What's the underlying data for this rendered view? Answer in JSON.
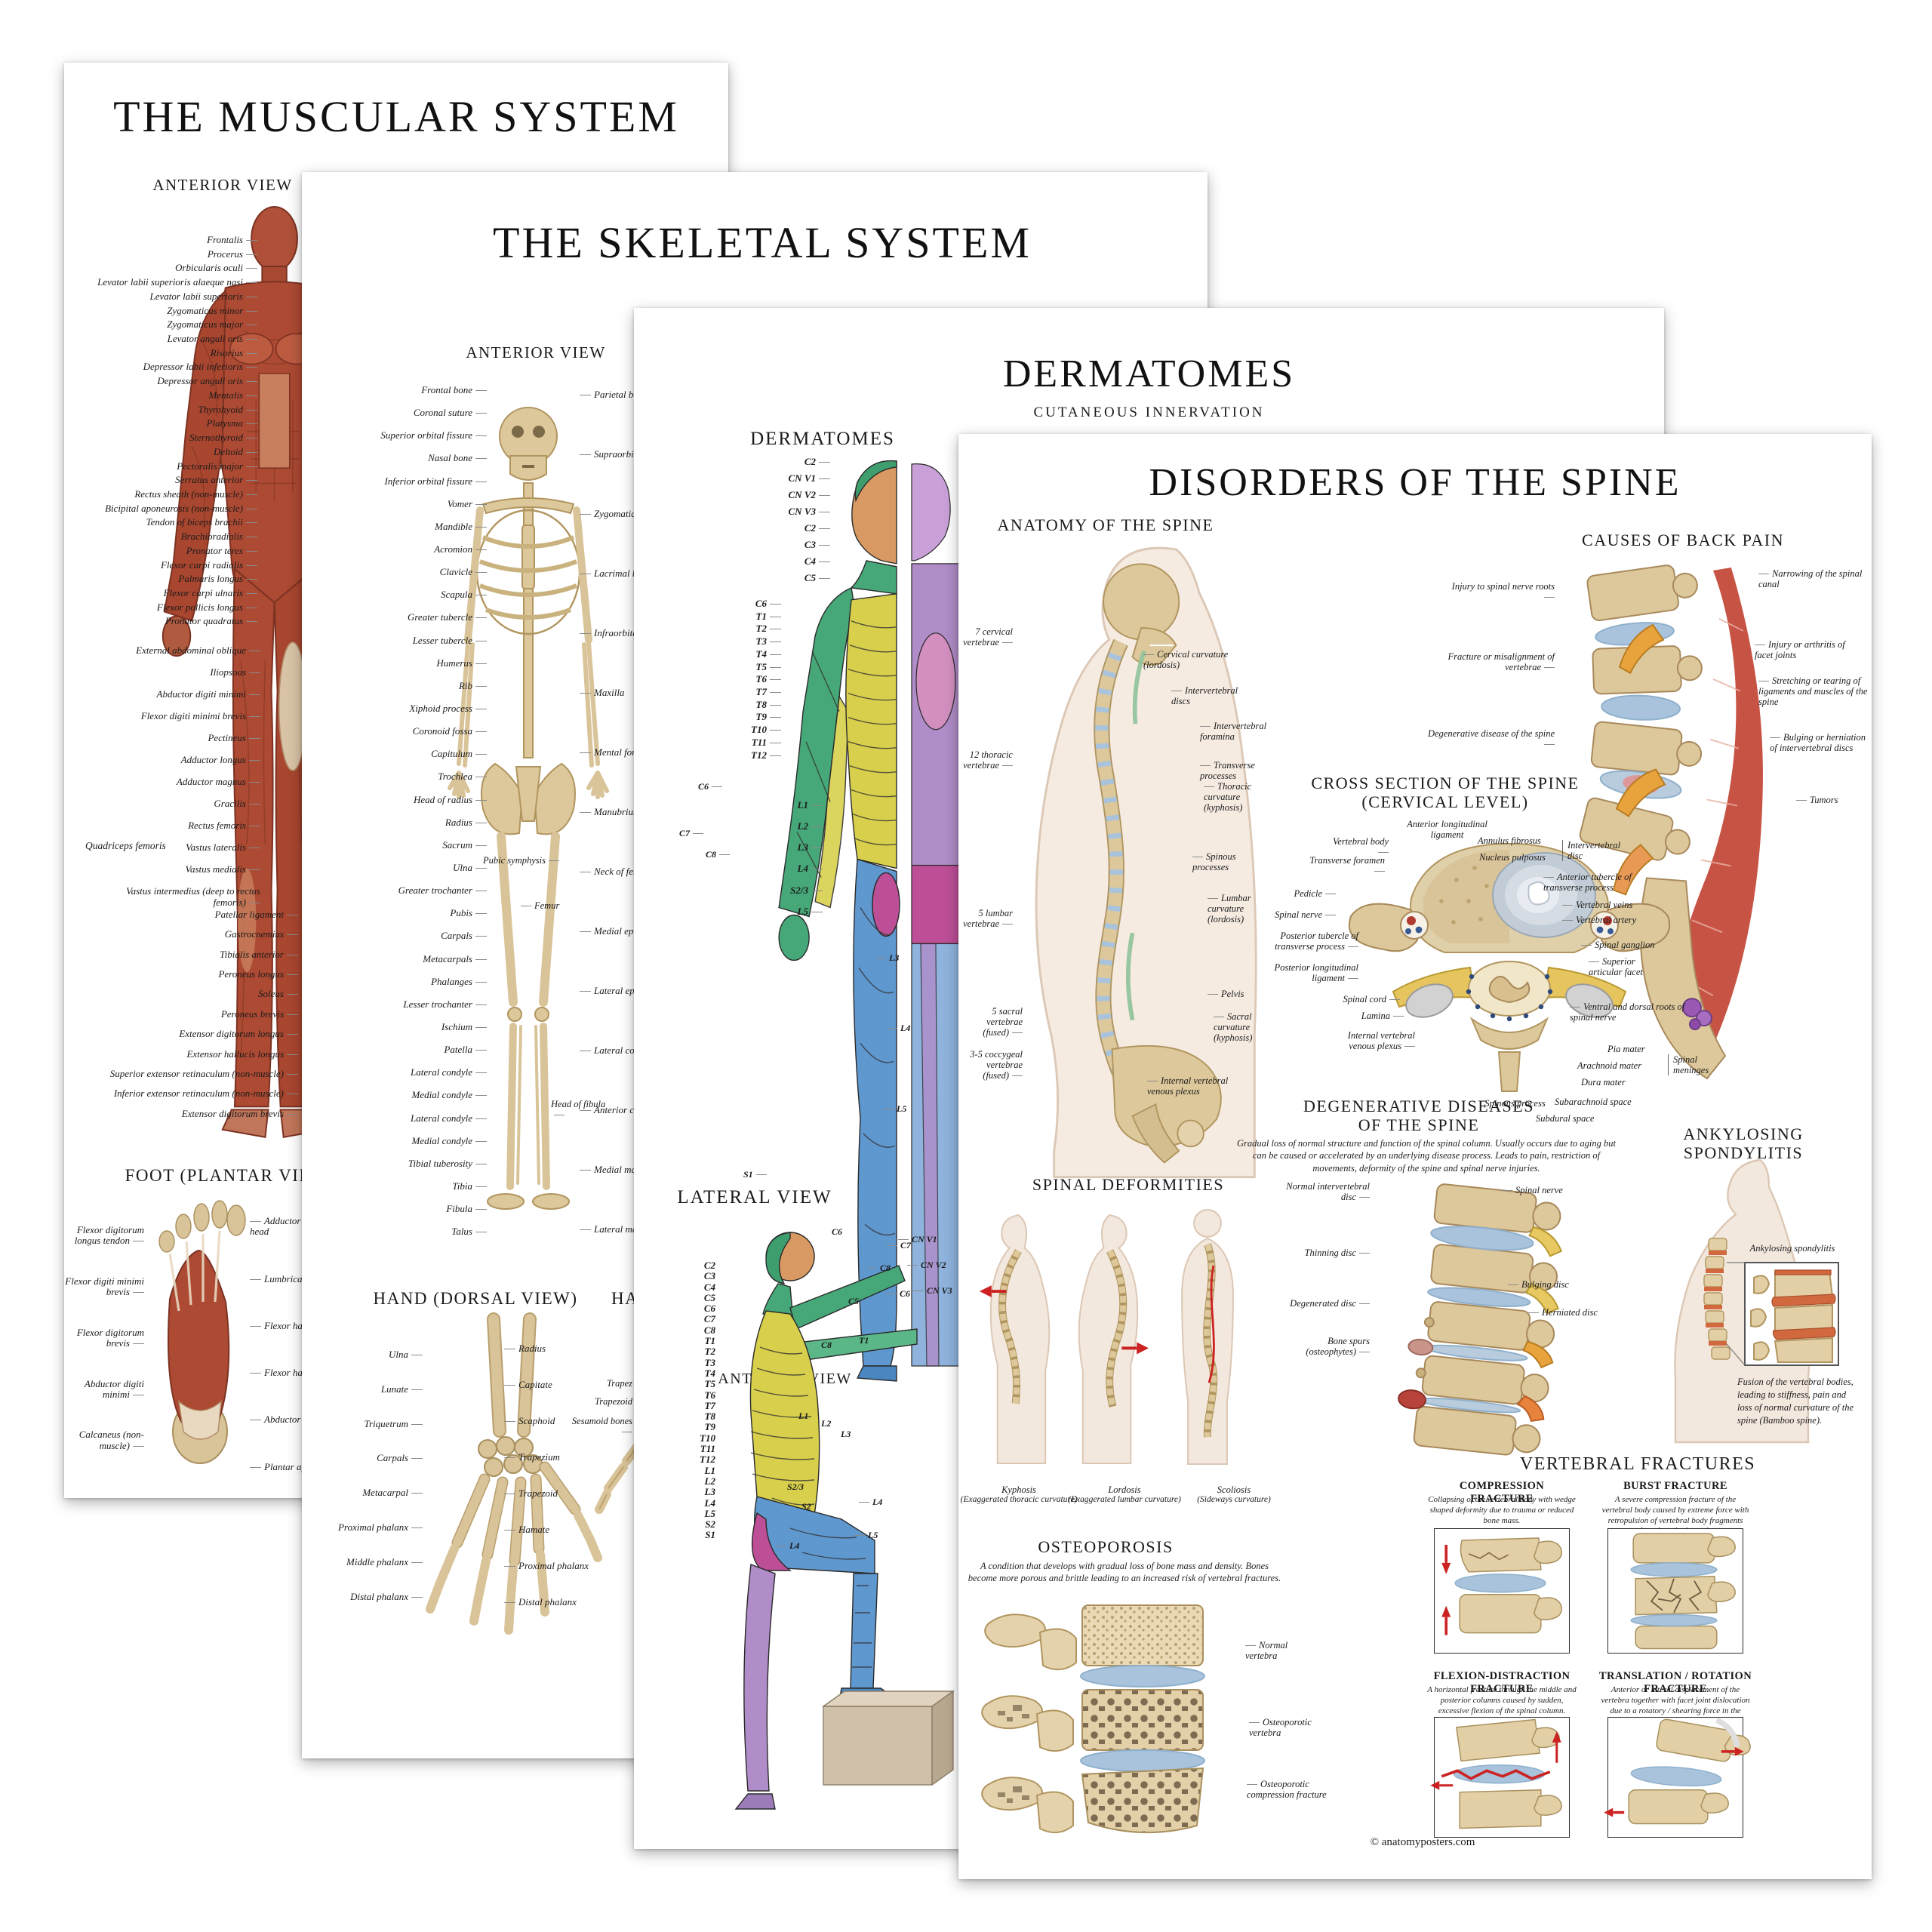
{
  "colors": {
    "bone": "#d9c398",
    "bone_dark": "#b1955f",
    "muscle": "#ad4a33",
    "muscle_dark": "#7c3222",
    "derm_green": "#46a878",
    "derm_yellow": "#d8d04c",
    "derm_blue": "#5f97cf",
    "derm_purple": "#b08cc8",
    "derm_magenta": "#bd4f97",
    "skin": "#d89a62",
    "disc_blue": "#a9c3dc",
    "accent_red": "#c0392b",
    "body_fill": "#f3e8de",
    "body_line": "#dcc7b4"
  },
  "posters": {
    "muscular": {
      "title": "THE MUSCULAR SYSTEM",
      "view_label": "ANTERIOR VIEW",
      "labels_head_arm": [
        "Frontalis",
        "Procerus",
        "Orbicularis oculi",
        "Levator labii superioris alaeque nasi",
        "Levator labii superioris",
        "Zygomaticus minor",
        "Zygomaticus major",
        "Levator anguli oris",
        "Risorius",
        "Depressor labii inferioris",
        "Depressor anguli oris",
        "Mentalis",
        "Thyrohyoid",
        "Platysma",
        "Sternothyroid",
        "Deltoid",
        "Pectoralis major",
        "Serratus anterior",
        "Rectus sheath (non-muscle)",
        "Bicipital aponeurosis (non-muscle)",
        "Tendon of biceps brachii",
        "Brachioradialis",
        "Pronator teres",
        "Flexor carpi radialis",
        "Palmaris longus",
        "Flexor carpi ulnaris",
        "Flexor pollicis longus",
        "Pronator quadratus"
      ],
      "labels_torso_thigh": [
        "External abdominal oblique",
        "Iliopsoas",
        "Abductor digiti minimi",
        "Flexor digiti minimi brevis",
        "Pectineus",
        "Adductor longus",
        "Adductor magnus",
        "Gracilis",
        "Rectus femoris",
        "Vastus lateralis",
        "Vastus medialis",
        "Vastus intermedius (deep to rectus femoris)"
      ],
      "bracket_label": "Quadriceps femoris",
      "labels_leg": [
        "Patellar ligament",
        "Gastrocnemius",
        "Tibialis anterior",
        "Peroneus longus",
        "Soleus",
        "Peroneus brevis",
        "Extensor digitorum longus",
        "Extensor hallucis longus",
        "Superior extensor retinaculum (non-muscle)",
        "Inferior extensor retinaculum (non-muscle)",
        "Extensor digitorum brevis"
      ],
      "foot": {
        "title": "FOOT (PLANTAR VIEW)",
        "labels_left": [
          "Flexor digitorum longus tendon",
          "Flexor digiti minimi brevis",
          "Flexor digitorum brevis",
          "Abductor digiti minimi",
          "Calcaneus (non-muscle)"
        ],
        "labels_right": [
          "Adductor hallucis - transverse head",
          "Lumbrical muscles",
          "Flexor hallucis brevis",
          "Flexor hallucis longus tendon",
          "Abductor hallucis",
          "Plantar aponeurosis (non-muscle)"
        ]
      }
    },
    "skeletal": {
      "title": "THE SKELETAL SYSTEM",
      "view_label": "ANTERIOR VIEW",
      "labels_left": [
        "Frontal bone",
        "Coronal suture",
        "Superior orbital fissure",
        "Nasal bone",
        "Inferior orbital fissure",
        "Vomer",
        "Mandible",
        "Acromion",
        "Clavicle",
        "Scapula",
        "Greater tubercle",
        "Lesser tubercle",
        "Humerus",
        "Rib",
        "Xiphoid process",
        "Coronoid fossa",
        "Capitulum",
        "Trochlea",
        "Head of radius",
        "Radius",
        "Sacrum",
        "Ulna",
        "Greater trochanter",
        "Pubis",
        "Carpals",
        "Metacarpals",
        "Phalanges",
        "Lesser trochanter",
        "Ischium",
        "Patella",
        "Lateral condyle",
        "Medial condyle",
        "Lateral condyle",
        "Medial condyle",
        "Tibial tuberosity",
        "Tibia",
        "Fibula",
        "Talus"
      ],
      "labels_mid": [
        "Pubic symphysis",
        "Femur",
        "Head of fibula"
      ],
      "labels_right": [
        "Parietal bone",
        "Supraorbital foramen",
        "Zygomatic bone",
        "Lacrimal bone",
        "Infraorbital foramen",
        "Maxilla",
        "Mental foramen",
        "Manubrium",
        "Neck of femur",
        "Medial epicondyle",
        "Lateral epicondyle",
        "Lateral collateral ligament",
        "Anterior cruciate ligament",
        "Medial malleolus",
        "Lateral malleolus"
      ],
      "hand_dorsal": {
        "title": "HAND (DORSAL VIEW)",
        "labels_left": [
          "Ulna",
          "Lunate",
          "Triquetrum",
          "Carpals",
          "Metacarpal",
          "Proximal phalanx",
          "Middle phalanx",
          "Distal phalanx"
        ],
        "labels_right": [
          "Radius",
          "Capitate",
          "Scaphoid",
          "Trapezium",
          "Trapezoid",
          "Hamate",
          "Proximal phalanx",
          "Distal phalanx"
        ]
      },
      "hand_palmar": {
        "title_visible": "HA",
        "labels_visible": [
          "Trapez",
          "Trapezoid",
          "Sesamoid bones"
        ]
      }
    },
    "dermatomes": {
      "title": "DERMATOMES",
      "subtitle": "CUTANEOUS INNERVATION",
      "anterior": {
        "heading": "DERMATOMES",
        "caption": "ANTERIOR VIEW",
        "labels_head": [
          "C2",
          "CN V1",
          "CN V2",
          "CN V3",
          "C2",
          "C3",
          "C4",
          "C5"
        ],
        "labels_trunk": [
          "C6",
          "T1",
          "T2",
          "T3",
          "T4",
          "T5",
          "T6",
          "T7",
          "T8",
          "T9",
          "T10",
          "T11",
          "T12"
        ],
        "labels_arm": [
          "C6",
          "C7",
          "C8"
        ],
        "labels_leg": [
          "L1",
          "L2",
          "L3",
          "L4",
          "S2/3",
          "L5"
        ],
        "labels_lower_leg": [
          "L3",
          "L4",
          "L5",
          "S1"
        ]
      },
      "lateral": {
        "heading": "LATERAL VIEW",
        "labels_left": [
          "C2",
          "C3",
          "C4",
          "C5",
          "C6",
          "C7",
          "C8",
          "T1",
          "T2",
          "T3",
          "T4",
          "T5",
          "T6",
          "T7",
          "T8",
          "T9",
          "T10",
          "T11",
          "T12",
          "L1",
          "L2",
          "L3",
          "L4",
          "L5",
          "S2",
          "S1"
        ],
        "labels_top": [
          "CN V1",
          "CN V2",
          "CN V3"
        ],
        "labels_right": [
          "C6",
          "C7",
          "C8",
          "C5",
          "C6",
          "T1",
          "C8"
        ],
        "labels_mid": [
          "L1",
          "L2",
          "L3",
          "S2/3",
          "S2",
          "L4",
          "L5",
          "L4"
        ]
      }
    },
    "spine": {
      "title": "DISORDERS OF THE SPINE",
      "anatomy": {
        "heading": "ANATOMY OF THE SPINE",
        "labels_left": [
          "7 cervical vertebrae",
          "12 thoracic vertebrae",
          "5 lumbar vertebrae",
          "5 sacral vertebrae (fused)",
          "3-5 coccygeal vertebrae (fused)"
        ],
        "labels_right": [
          "Cervical curvature (lordosis)",
          "Intervertebral discs",
          "Intervertebral foramina",
          "Transverse processes",
          "Thoracic curvature (kyphosis)",
          "Spinous processes",
          "Lumbar curvature (lordosis)",
          "Pelvis",
          "Sacral curvature (kyphosis)",
          "Internal vertebral venous plexus"
        ]
      },
      "causes": {
        "heading": "CAUSES OF BACK PAIN",
        "labels_left": [
          "Injury to spinal nerve roots",
          "Fracture or misalignment of vertebrae",
          "Degenerative disease of the spine"
        ],
        "labels_right": [
          "Narrowing of the spinal canal",
          "Injury or arthritis of facet joints",
          "Stretching or tearing of ligaments and muscles of the spine",
          "Bulging or herniation of intervertebral discs",
          "Tumors"
        ]
      },
      "cross_section": {
        "heading_line1": "CROSS SECTION OF THE SPINE",
        "heading_line2": "(CERVICAL LEVEL)",
        "labels_left": [
          "Vertebral body",
          "Transverse foramen",
          "Pedicle",
          "Spinal nerve",
          "Posterior tubercle of transverse process",
          "Posterior longitudinal ligament",
          "Spinal cord",
          "Lamina",
          "Internal vertebral venous plexus"
        ],
        "labels_top": [
          "Anterior longitudinal ligament",
          "Annulus fibrosus",
          "Nucleus pulposus"
        ],
        "bracket_right_top": "Intervertebral disc",
        "labels_right": [
          "Anterior tubercle of transverse process",
          "Vertebral veins",
          "Vertebral artery",
          "Spinal ganglion",
          "Superior articular facet",
          "Ventral and dorsal roots of spinal nerve",
          "Pia mater",
          "Arachnoid mater",
          "Dura mater",
          "Subarachnoid space",
          "Subdural space",
          "Spinous process"
        ],
        "bracket_right_bottom": "Spinal meninges"
      },
      "degenerative": {
        "heading_line1": "DEGENERATIVE DISEASES",
        "heading_line2": "OF THE SPINE",
        "description": "Gradual loss of normal structure and function of the spinal column. Usually occurs due to aging but can be caused or accelerated by an underlying disease process. Leads to pain, restriction of movements, deformity of the spine and spinal nerve injuries.",
        "labels_left": [
          "Normal intervertebral disc",
          "Thinning disc",
          "Degenerated disc",
          "Bone spurs (osteophytes)"
        ],
        "labels_right": [
          "Spinal nerve",
          "Bulging disc",
          "Herniated disc"
        ]
      },
      "deformities": {
        "heading": "SPINAL DEFORMITIES",
        "items": [
          {
            "name": "Kyphosis",
            "desc": "(Exaggerated thoracic curvature)"
          },
          {
            "name": "Lordosis",
            "desc": "(Exaggerated lumbar curvature)"
          },
          {
            "name": "Scoliosis",
            "desc": "(Sideways curvature)"
          }
        ]
      },
      "ankylosing": {
        "heading": "ANKYLOSING SPONDYLITIS",
        "inset_label": "Ankylosing spondylitis",
        "description": "Fusion of the vertebral bodies, leading to stiffness, pain and loss of normal curvature of the spine (Bamboo spine)."
      },
      "osteoporosis": {
        "heading": "OSTEOPOROSIS",
        "description": "A condition that develops with gradual loss of bone mass and density. Bones become more porous and brittle leading to an increased risk of vertebral fractures.",
        "labels": [
          "Normal vertebra",
          "Osteoporotic vertebra",
          "Osteoporotic compression fracture"
        ]
      },
      "fractures": {
        "heading": "VERTEBRAL FRACTURES",
        "panels": [
          {
            "title": "COMPRESSION FRACTURE",
            "desc": "Collapsing of the vertebral body with wedge shaped deformity due to trauma or reduced bone mass."
          },
          {
            "title": "BURST FRACTURE",
            "desc": "A severe compression fracture of the vertebral body caused by extreme force with retropulsion of vertebral body fragments into the spinal canal."
          },
          {
            "title": "FLEXION-DISTRACTION FRACTURE",
            "desc": "A horizontal fracture through the middle and posterior columns caused by sudden, excessive flexion of the spinal column."
          },
          {
            "title": "TRANSLATION / ROTATION FRACTURE",
            "desc": "Anterior or lateral displacement of the vertebra together with facet joint dislocation due to a rotatory / shearing force in the horizontal plane."
          }
        ]
      },
      "footer": "© anatomyposters.com"
    }
  }
}
